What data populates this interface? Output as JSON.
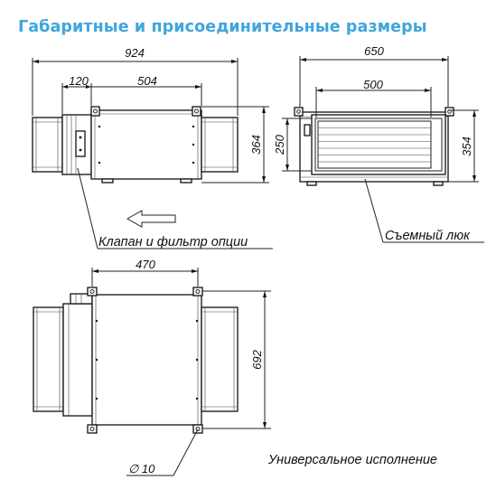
{
  "title": "Габаритные и присоединительные размеры",
  "front_view": {
    "overall_length": "924",
    "damper_length": "120",
    "body_length": "504",
    "height": "364",
    "callout": "Клапан и фильтр опции"
  },
  "side_view": {
    "width": "650",
    "hatch_width": "500",
    "hatch_height": "250",
    "height": "354",
    "callout": "Съемный люк"
  },
  "top_view": {
    "mount_spacing": "470",
    "length": "692",
    "hole_diameter": "∅ 10",
    "caption": "Универсальное исполнение"
  },
  "colors": {
    "title": "#3fa5dd",
    "lines": "#111111"
  },
  "icons": {
    "direction": "arrow-left-outline"
  }
}
